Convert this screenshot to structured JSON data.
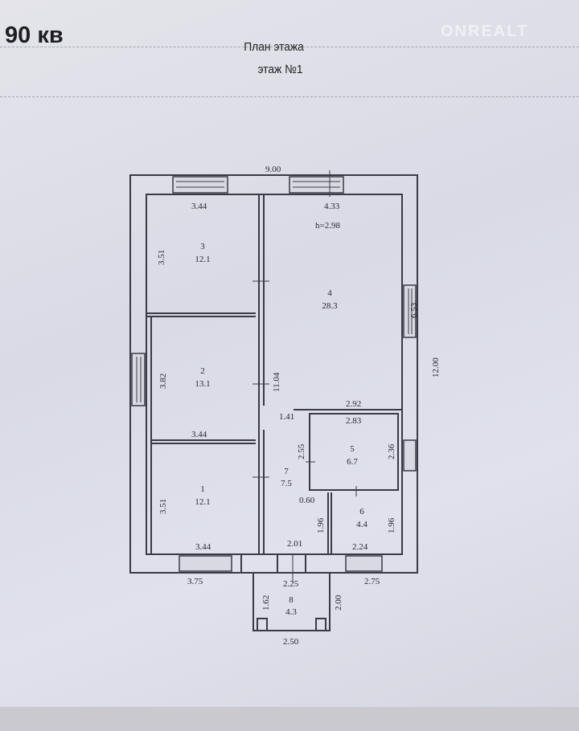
{
  "header": {
    "area_label": "90 кв",
    "title": "План этажа",
    "floor": "этаж №1",
    "watermark": "ONREALT"
  },
  "plan": {
    "ceiling_height": "h=2.98",
    "dimensions": {
      "top_total": "9.00",
      "right_total": "12.00",
      "mid_corridor": "11.04",
      "r3_width": "3.44",
      "r3_height": "3.51",
      "r4_width": "4.33",
      "r4_height": "6.53",
      "r2_width": "3.44",
      "r2_height": "3.82",
      "r1_width": "3.44",
      "r1_height": "3.51",
      "r4_bottom": "2.92",
      "corr_top": "1.41",
      "r5_width": "2.83",
      "r5_left": "2.55",
      "r5_right": "2.36",
      "r7_gap": "0.60",
      "r7_height": "1.96",
      "r6_height": "1.96",
      "r6_width": "2.24",
      "r7_width": "2.01",
      "bottom_left": "3.75",
      "bottom_right": "2.75",
      "porch_top": "2.25",
      "porch_left": "1.62",
      "porch_right": "2.00",
      "porch_bottom": "2.50"
    },
    "rooms": [
      {
        "number": "1",
        "area": "12.1"
      },
      {
        "number": "2",
        "area": "13.1"
      },
      {
        "number": "3",
        "area": "12.1"
      },
      {
        "number": "4",
        "area": "28.3"
      },
      {
        "number": "5",
        "area": "6.7"
      },
      {
        "number": "6",
        "area": "4.4"
      },
      {
        "number": "7",
        "area": "7.5"
      },
      {
        "number": "8",
        "area": "4.3"
      }
    ]
  }
}
